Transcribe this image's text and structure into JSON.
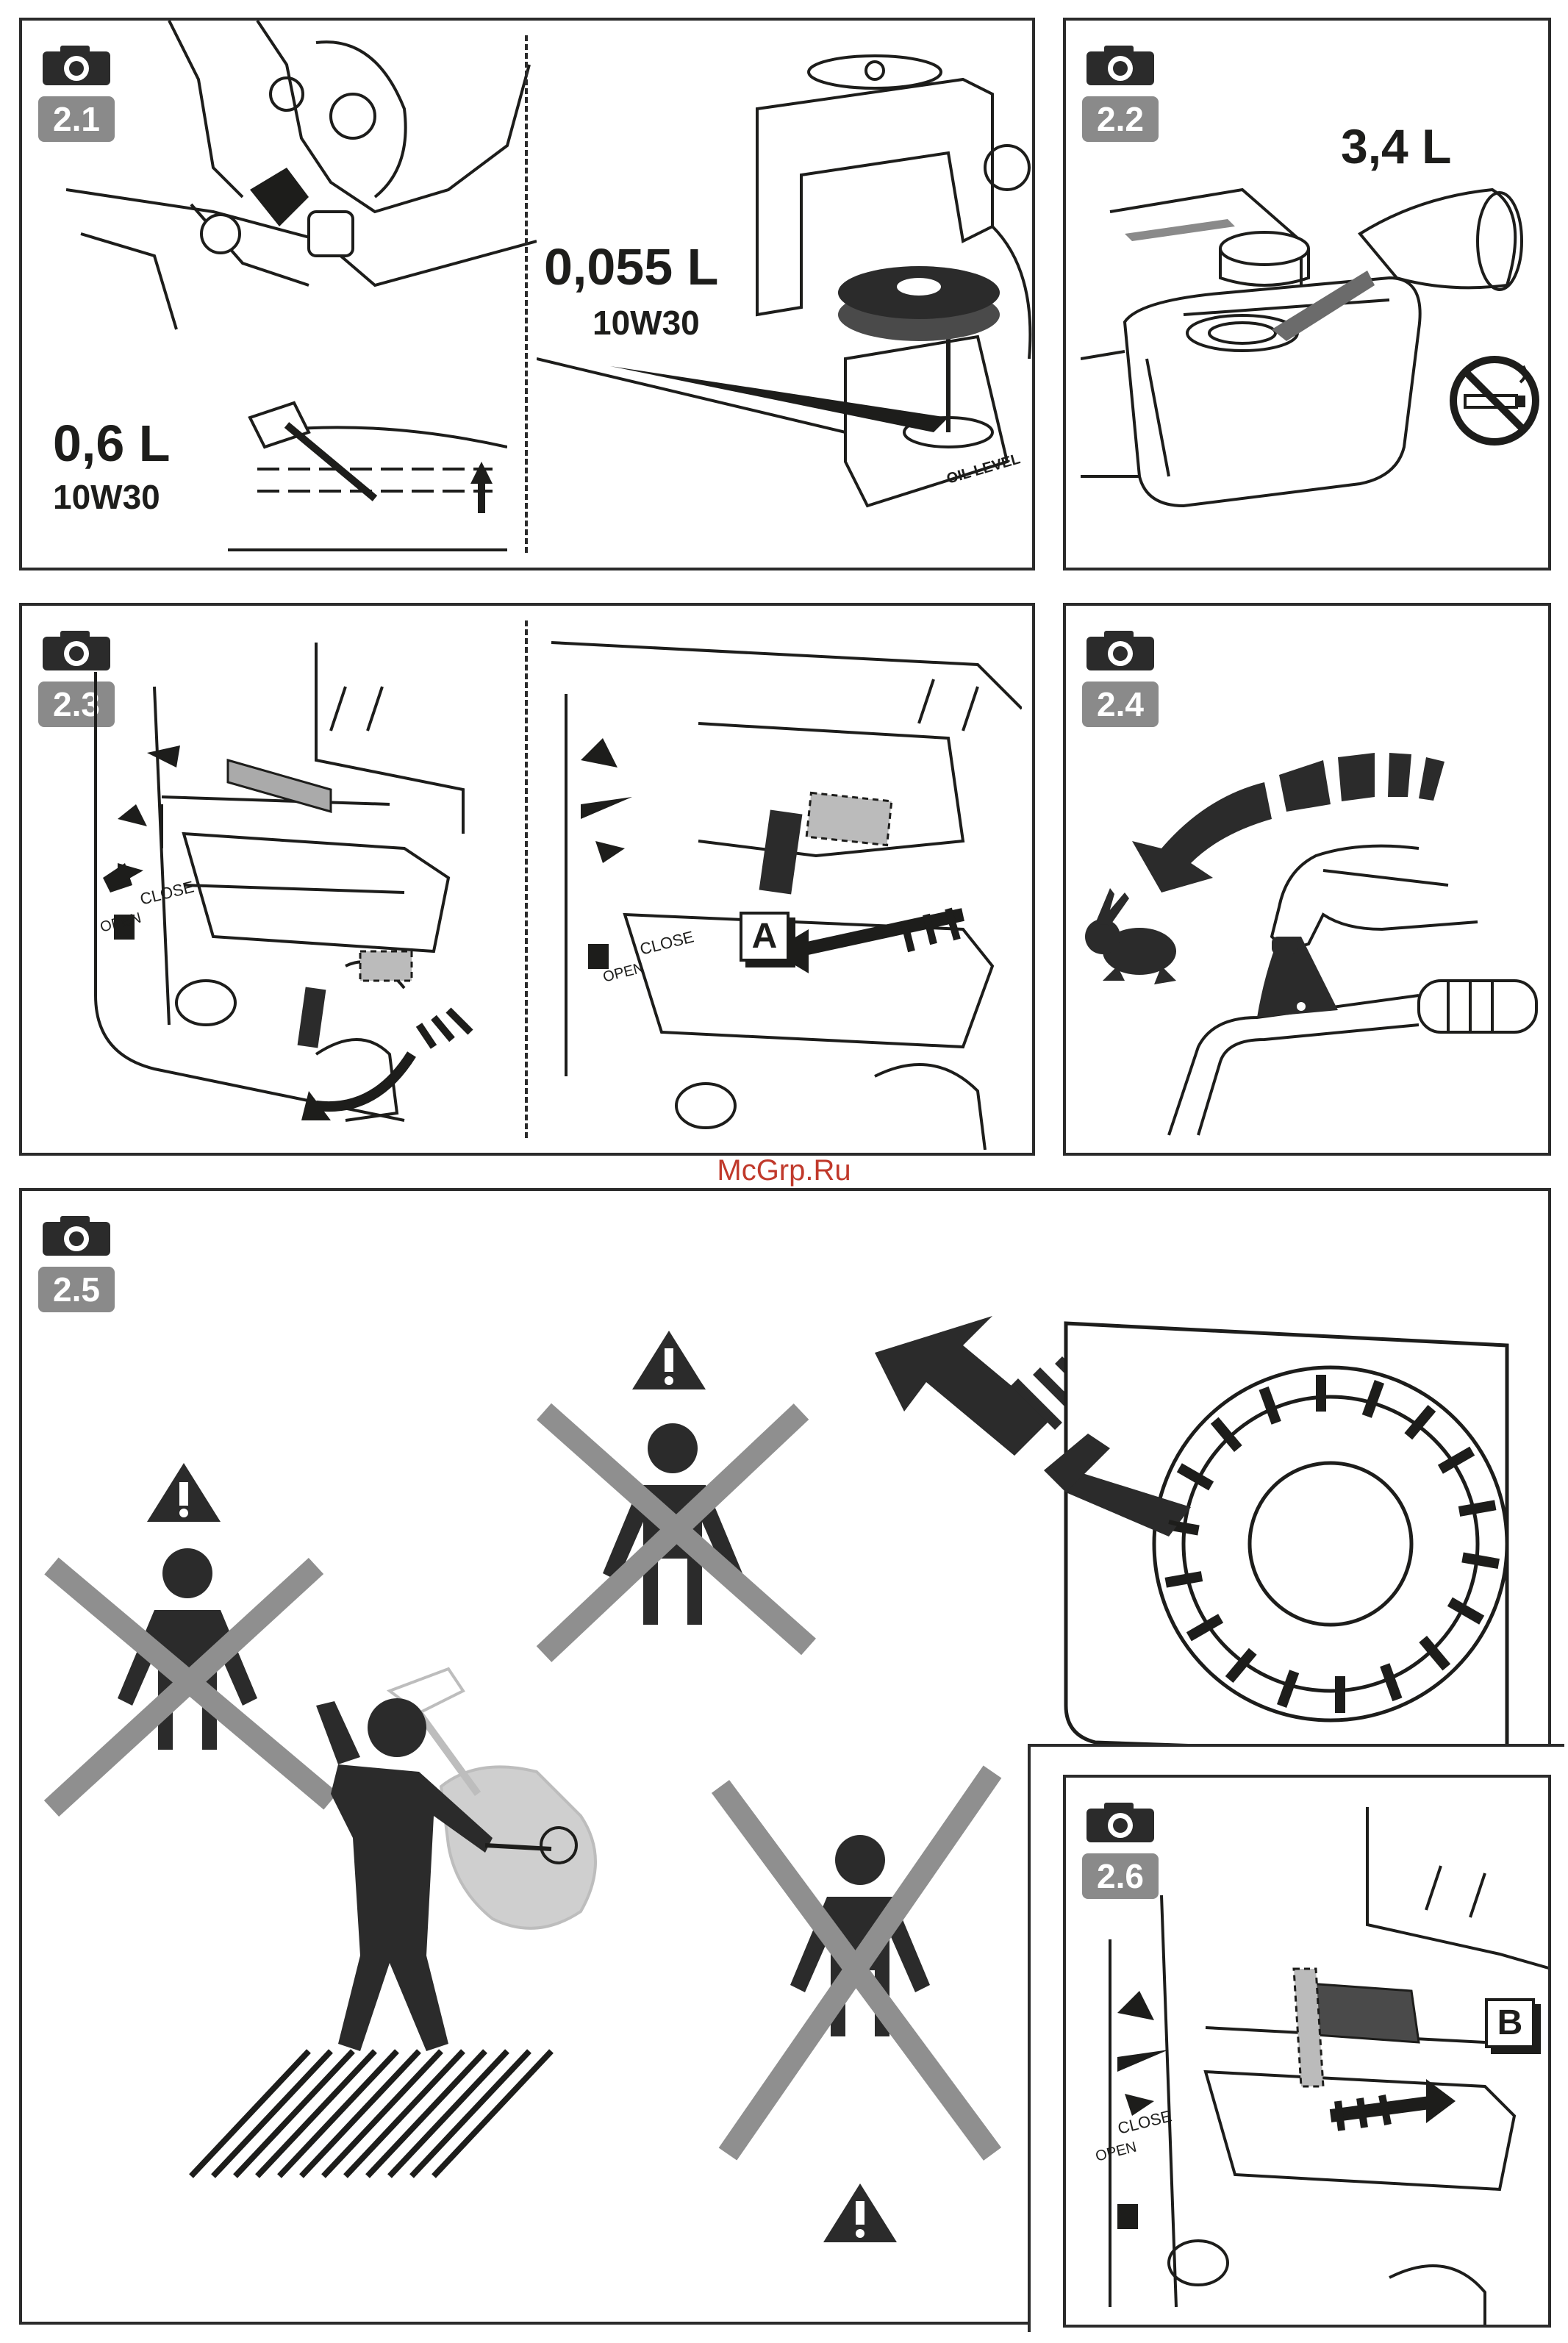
{
  "panels": {
    "p21": {
      "num": "2.1",
      "vol_left": "0,6 L",
      "oil_left": "10W30",
      "vol_right": "0,055 L",
      "oil_right": "10W30",
      "gauge_text": "OIL LEVEL"
    },
    "p22": {
      "num": "2.2",
      "volume": "3,4 L"
    },
    "p23": {
      "num": "2.3",
      "label_a": "A",
      "close_left": "CLOSE",
      "open_left": "OPEN",
      "close_right": "CLOSE",
      "open_right": "OPEN"
    },
    "p24": {
      "num": "2.4"
    },
    "p25": {
      "num": "2.5"
    },
    "p26": {
      "num": "2.6",
      "label_b": "B",
      "close": "CLOSE",
      "open": "OPEN"
    }
  },
  "watermark": "McGrp.Ru",
  "icons": [
    "camera-icon",
    "no-smoking-icon",
    "warning-icon",
    "rabbit-icon",
    "turtle-icon",
    "fuel-icon",
    "person-icon",
    "arrow-icon"
  ]
}
